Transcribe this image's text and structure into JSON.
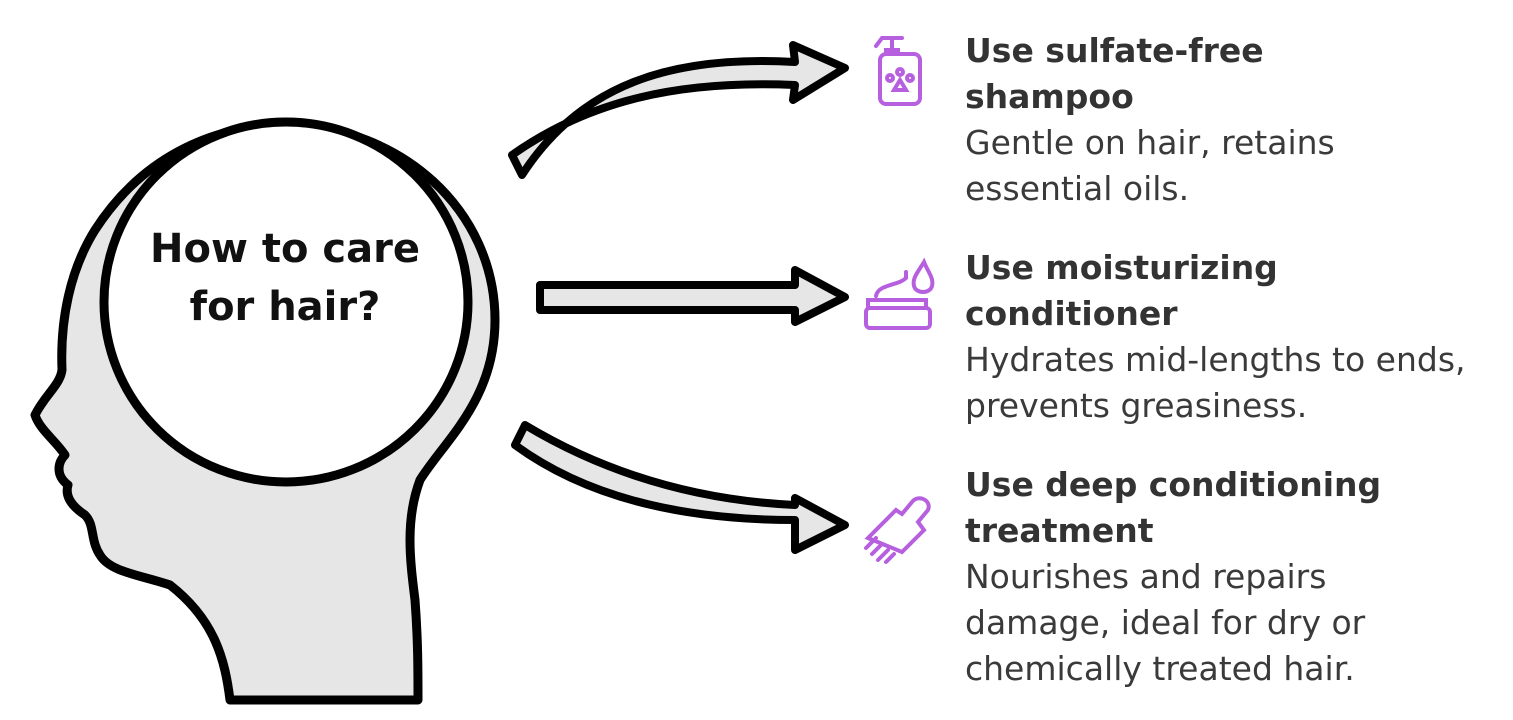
{
  "center": {
    "question": "How to care for hair?"
  },
  "accent_color": "#b660e0",
  "items": [
    {
      "title": "Use sulfate-free shampoo",
      "description": "Gentle on hair, retains essential oils.",
      "icon": "shampoo-bottle-icon"
    },
    {
      "title": "Use moisturizing conditioner",
      "description": "Hydrates mid-lengths to ends, prevents greasiness.",
      "icon": "conditioner-cream-icon"
    },
    {
      "title": "Use deep conditioning treatment",
      "description": "Nourishes and repairs damage, ideal for dry or chemically treated hair.",
      "icon": "hair-pick-brush-icon"
    }
  ]
}
